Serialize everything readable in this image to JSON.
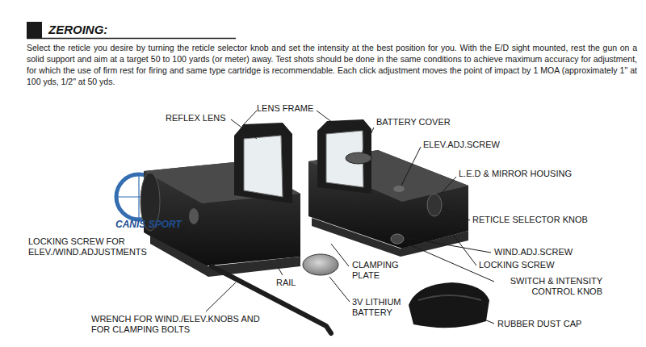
{
  "diagram": {
    "title": "ZEROING:",
    "labels": [
      "Select the reticle you desire by turning the reticle selector knob and set the intensity at the best position for you. With the E/D sight mounted, rest the gun on a solid support and aim at a target 50 to 100 yards (or meter) away. Test shots should be done in the same conditions to achieve maximum accuracy for adjustment, for which the use of firm rest for firing and same type cartridge is recommendable. Each click adjustment moves the point of impact by 1 MOA (approximately 1\" at 100 yds, 1/2\" at 50 yds.",
      "REFLEX LENS",
      "LENS FRAME",
      "BATTERY COVER",
      "ELEV.ADJ.SCREW",
      "L.E.D & MIRROR HOUSING",
      "RETICLE SELECTOR KNOB",
      "WIND.ADJ.SCREW",
      "LOCKING SCREW",
      "SWITCH & INTENSITY CONTROL KNOB",
      "LOCKING SCREW FOR ELEV./WIND.ADJUSTMENTS",
      "CANIS SPORT",
      "RAIL",
      "CLAMPING PLATE",
      "3V LITHIUM BATTERY",
      "WRENCH FOR WIND./ELEV.KNOBS AND FOR CLAMPING BOLTS",
      "RUBBER DUST CAP"
    ]
  }
}
